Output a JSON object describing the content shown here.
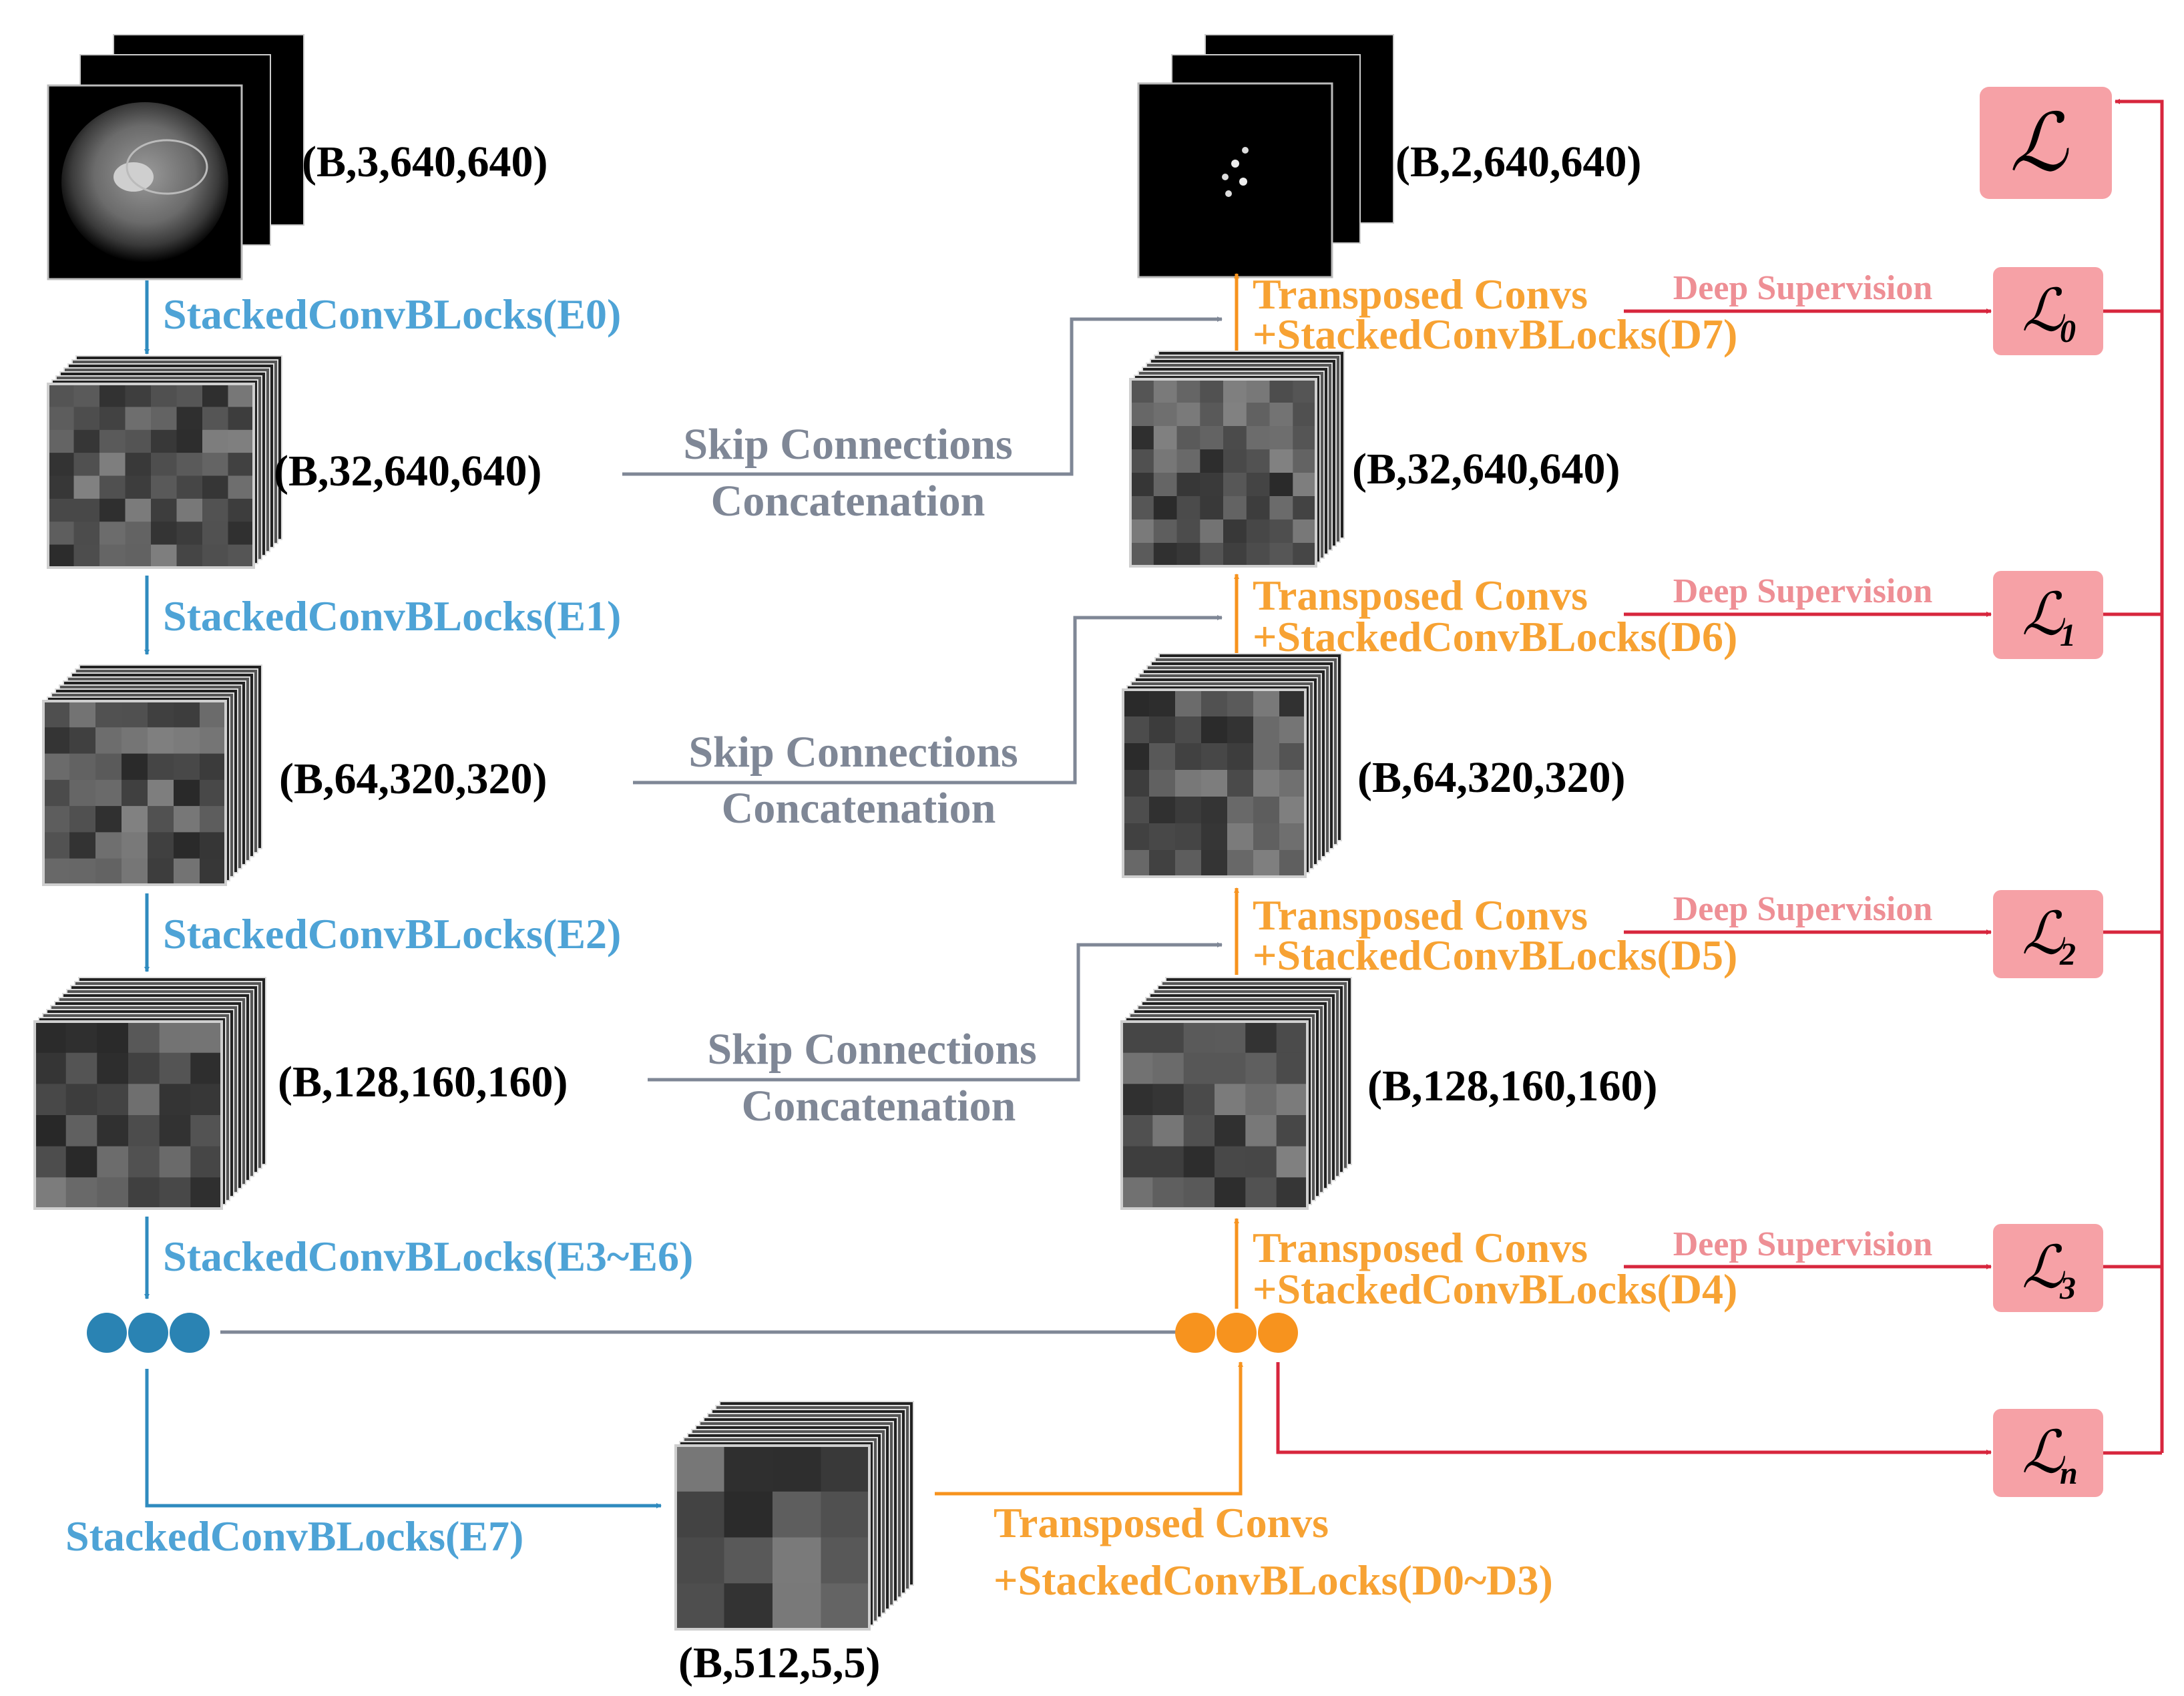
{
  "colors": {
    "encoder": "#2f8bbf",
    "encoder_text": "#4ea3d6",
    "decoder": "#f7931e",
    "decoder_text": "#f7a233",
    "skip": "#7f8796",
    "deep_supervision": "#d7263d",
    "deep_supervision_text": "#ee8f95",
    "loss_box": "#f6a1a6"
  },
  "encoder": {
    "input_shape": "(B,3,640,640)",
    "e0": "StackedConvBLocks(E0)",
    "shape_e0": "(B,32,640,640)",
    "e1": "StackedConvBLocks(E1)",
    "shape_e1": "(B,64,320,320)",
    "e2": "StackedConvBLocks(E2)",
    "shape_e2": "(B,128,160,160)",
    "e3_e6": "StackedConvBLocks(E3~E6)",
    "e7": "StackedConvBLocks(E7)",
    "bottleneck_shape": "(B,512,5,5)"
  },
  "decoder": {
    "output_shape": "(B,2,640,640)",
    "d7_line1": "Transposed Convs",
    "d7_line2": "+StackedConvBLocks(D7)",
    "shape_d7": "(B,32,640,640)",
    "d6_line1": "Transposed Convs",
    "d6_line2": "+StackedConvBLocks(D6)",
    "shape_d6": "(B,64,320,320)",
    "d5_line1": "Transposed Convs",
    "d5_line2": "+StackedConvBLocks(D5)",
    "shape_d5": "(B,128,160,160)",
    "d4_line1": "Transposed Convs",
    "d4_line2": "+StackedConvBLocks(D4)",
    "d0_d3_line1": "Transposed Convs",
    "d0_d3_line2": "+StackedConvBLocks(D0~D3)"
  },
  "skip": {
    "line1": "Skip Connections",
    "line2": "Concatenation"
  },
  "deep_supervision_label": "Deep Supervision",
  "losses": {
    "total": "ℒ",
    "symbol": "ℒ",
    "sub0": "0",
    "sub1": "1",
    "sub2": "2",
    "sub3": "3",
    "subn": "n"
  }
}
